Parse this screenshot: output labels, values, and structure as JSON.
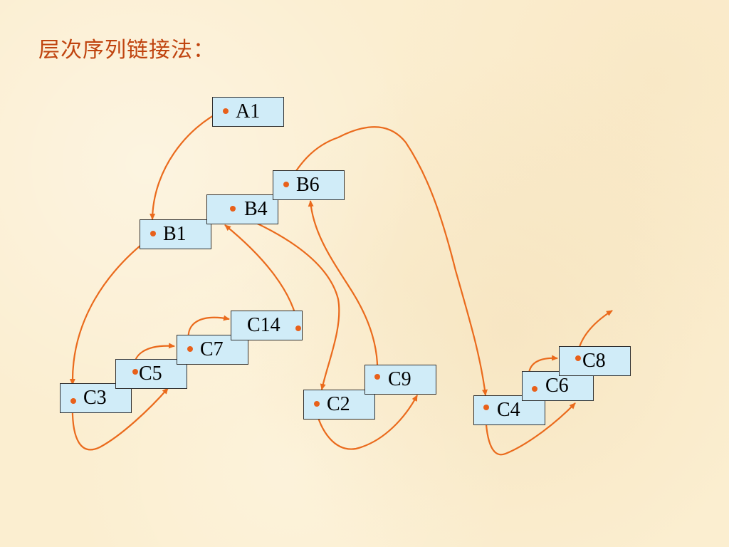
{
  "title": "层次序列链接法：",
  "colors": {
    "background": "#fbeed0",
    "title": "#c0440f",
    "node_fill": "#d0ecf8",
    "node_border": "#2f2f2f",
    "arrow": "#ea6a1c"
  },
  "nodes": {
    "A1": "A1",
    "B6": "B6",
    "B4": "B4",
    "B1": "B1",
    "C14": "C14",
    "C7": "C7",
    "C5": "C5",
    "C3": "C3",
    "C9": "C9",
    "C2": "C2",
    "C8": "C8",
    "C6": "C6",
    "C4": "C4"
  }
}
